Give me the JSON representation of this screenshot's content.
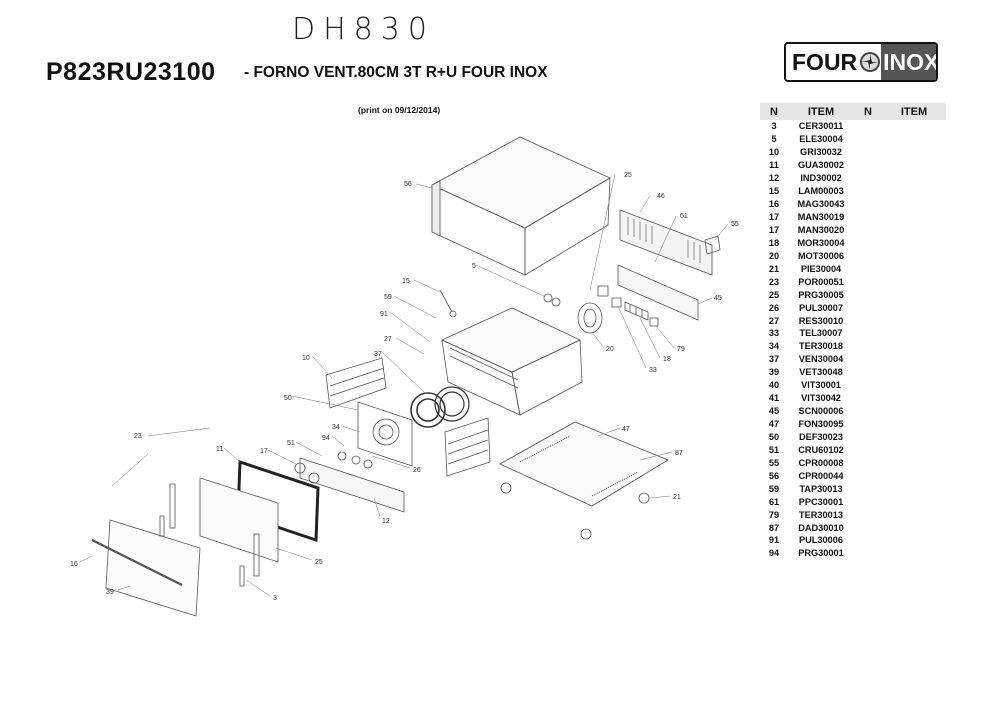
{
  "header": {
    "handwritten_note": "DH830",
    "model_code": "P823RU23100",
    "title": "- FORNO VENT.80CM 3T R+U FOUR INOX",
    "print_date": "(print on 09/12/2014)"
  },
  "logo": {
    "text_left": "FOUR",
    "text_right": "INOX"
  },
  "parts_table": {
    "headers": [
      "N",
      "ITEM",
      "N",
      "ITEM"
    ],
    "rows": [
      {
        "n": "3",
        "item": "CER30011"
      },
      {
        "n": "5",
        "item": "ELE30004"
      },
      {
        "n": "10",
        "item": "GRI30032"
      },
      {
        "n": "11",
        "item": "GUA30002"
      },
      {
        "n": "12",
        "item": "IND30002"
      },
      {
        "n": "15",
        "item": "LAM00003"
      },
      {
        "n": "16",
        "item": "MAG30043"
      },
      {
        "n": "17",
        "item": "MAN30019"
      },
      {
        "n": "17",
        "item": "MAN30020"
      },
      {
        "n": "18",
        "item": "MOR30004"
      },
      {
        "n": "20",
        "item": "MOT30006"
      },
      {
        "n": "21",
        "item": "PIE30004"
      },
      {
        "n": "23",
        "item": "POR00051"
      },
      {
        "n": "25",
        "item": "PRG30005"
      },
      {
        "n": "26",
        "item": "PUL30007"
      },
      {
        "n": "27",
        "item": "RES30010"
      },
      {
        "n": "33",
        "item": "TEL30007"
      },
      {
        "n": "34",
        "item": "TER30018"
      },
      {
        "n": "37",
        "item": "VEN30004"
      },
      {
        "n": "39",
        "item": "VET30048"
      },
      {
        "n": "40",
        "item": "VIT30001"
      },
      {
        "n": "41",
        "item": "VIT30042"
      },
      {
        "n": "45",
        "item": "SCN00006"
      },
      {
        "n": "47",
        "item": "FON30095"
      },
      {
        "n": "50",
        "item": "DEF30023"
      },
      {
        "n": "51",
        "item": "CRU60102"
      },
      {
        "n": "55",
        "item": "CPR00008"
      },
      {
        "n": "56",
        "item": "CPR00044"
      },
      {
        "n": "59",
        "item": "TAP30013"
      },
      {
        "n": "61",
        "item": "PPC30001"
      },
      {
        "n": "79",
        "item": "TER30013"
      },
      {
        "n": "87",
        "item": "DAD30010"
      },
      {
        "n": "91",
        "item": "PUL30006"
      },
      {
        "n": "94",
        "item": "PRG30001"
      }
    ]
  },
  "diagram_labels": {
    "l56": "56",
    "l25a": "25",
    "l46": "46",
    "l61a": "61",
    "l55": "55",
    "l5": "5",
    "l15": "15",
    "l45": "45",
    "l59": "59",
    "l91": "91",
    "l27": "27",
    "l20": "20",
    "l79": "79",
    "l18": "18",
    "l33": "33",
    "l37": "37",
    "l10": "10",
    "l50": "50",
    "l47": "47",
    "l34": "34",
    "l94": "94",
    "l23": "23",
    "l11": "11",
    "l17": "17",
    "l51": "51",
    "l26": "26",
    "l87": "87",
    "l21": "21",
    "l12": "12",
    "l25b": "25",
    "l16": "16",
    "l39": "39",
    "l3": "3"
  }
}
